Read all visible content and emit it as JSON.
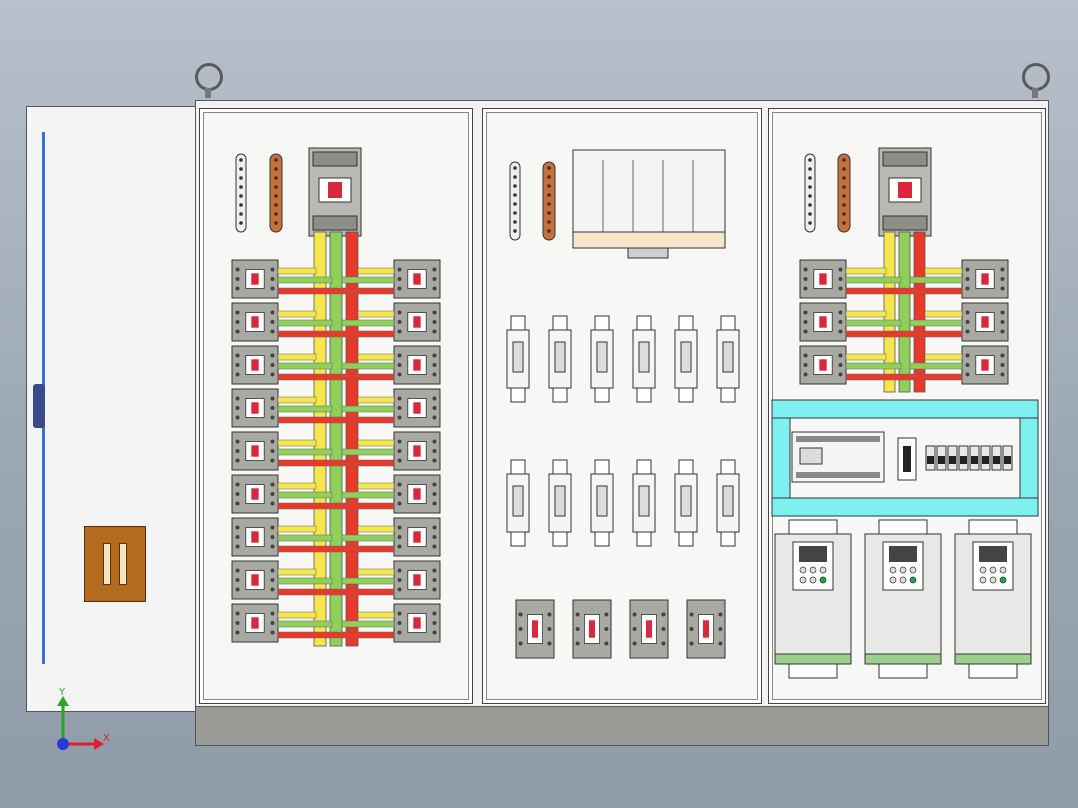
{
  "colors": {
    "busbar_red": "#e83a2a",
    "busbar_green": "#8fd05a",
    "busbar_yellow": "#f4e64c",
    "breaker_body": "#a9a9a3",
    "breaker_trip": "#d8283a",
    "terminal_copper": "#c8703a",
    "wireway_cyan": "#7ef0f0",
    "vfd_body": "#e8e8e6",
    "vfd_base": "#9bcf8e",
    "door_handle": "#b36b1e",
    "axis_y": "#2aa52a",
    "axis_x": "#e0202a",
    "axis_z": "#2a3ad8"
  },
  "axes": {
    "x_label": "X",
    "y_label": "Y"
  },
  "icons": {
    "lifting_eye": "lifting-eye-icon",
    "breaker": "circuit-breaker-icon",
    "busbar": "busbar-icon",
    "vfd": "vfd-drive-icon",
    "plc": "plc-module-icon",
    "terminal": "terminal-block-icon"
  },
  "layout_counts": {
    "left_panel_breaker_rows": 9,
    "middle_panel_fuse_columns": 6,
    "middle_panel_fuse_rows": 2,
    "middle_panel_small_breakers": 4,
    "right_panel_breaker_rows": 3,
    "right_panel_vfds": 3,
    "right_panel_relays": 8
  }
}
